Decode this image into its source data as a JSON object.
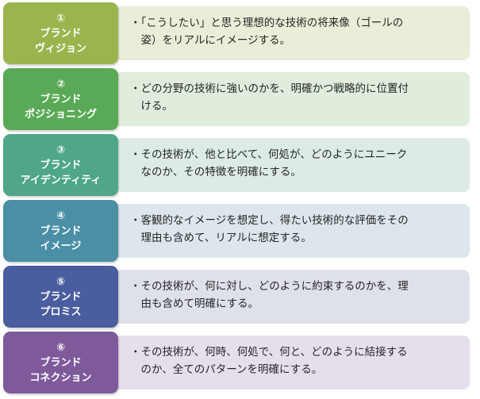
{
  "rows": [
    {
      "number": "①",
      "title_lines": [
        "ブランド",
        "ヴィジョン"
      ],
      "description_lines": [
        "・「こうしたい」と思う理想的な技術の将来像（ゴールの",
        "　姿）をリアルにイメージする。"
      ],
      "label_color": "#9bb54e",
      "desc_color": "#e8eed8"
    },
    {
      "number": "②",
      "title_lines": [
        "ブランド",
        "ポジショニング"
      ],
      "description_lines": [
        "・どの分野の技術に強いのかを、明確かつ戦略的に位置付",
        "　ける。"
      ],
      "label_color": "#5aa956",
      "desc_color": "#e0ecdc"
    },
    {
      "number": "③",
      "title_lines": [
        "ブランド",
        "アイデンティティ"
      ],
      "description_lines": [
        "・その技術が、他と比べて、何処が、どのようにユニーク",
        "　なのか、その特徴を明確にする。"
      ],
      "label_color": "#4fa689",
      "desc_color": "#dcebe5"
    },
    {
      "number": "④",
      "title_lines": [
        "ブランド",
        "イメージ"
      ],
      "description_lines": [
        "・客観的なイメージを想定し、得たい技術的な評価をその",
        "　理由も含めて、リアルに想定する。"
      ],
      "label_color": "#4a8fa6",
      "desc_color": "#dce6ec"
    },
    {
      "number": "⑤",
      "title_lines": [
        "ブランド",
        "プロミス"
      ],
      "description_lines": [
        "・その技術が、何に対し、どのように約束するのかを、理",
        "　由も含めて明確にする。"
      ],
      "label_color": "#4a5d9e",
      "desc_color": "#dfe1ea"
    },
    {
      "number": "⑥",
      "title_lines": [
        "ブランド",
        "コネクション"
      ],
      "description_lines": [
        "・その技術が、何時、何処で、何と、どのように結接する",
        "　のか、全てのパターンを明確にする。"
      ],
      "label_color": "#7e5a9b",
      "desc_color": "#e5dfeb"
    }
  ]
}
